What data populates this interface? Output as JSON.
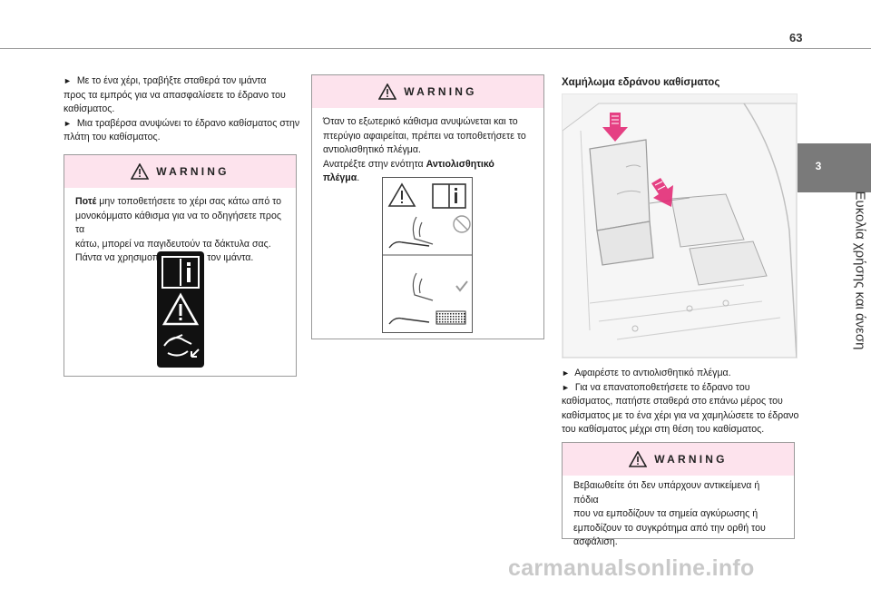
{
  "header": {
    "page_number": "63"
  },
  "sidebar": {
    "tab_number": "3",
    "title": "Ευκολία χρήσης και άνεση"
  },
  "col1": {
    "steps": [
      {
        "marker": "►",
        "text": "Με το ένα χέρι, τραβήξτε σταθερά τον ιμάντα"
      },
      {
        "marker": "",
        "text": "προς τα εμπρός για να απασφαλίσετε το έδρανο του"
      },
      {
        "marker": "",
        "text": "καθίσματος."
      },
      {
        "marker": "►",
        "text": "Μια τραβέρσα ανυψώνει το έδρανο καθίσματος στην"
      },
      {
        "marker": "",
        "text": "πλάτη του καθίσματος."
      }
    ],
    "warning": {
      "title": "WARNING",
      "lines": [
        {
          "bold": "Ποτέ",
          "text": " μην τοποθετήσετε το χέρι σας κάτω από το"
        },
        {
          "bold": "",
          "text": "μονοκόμματο κάθισμα για να το οδηγήσετε προς τα"
        },
        {
          "bold": "",
          "text": "κάτω, μπορεί να παγιδευτούν τα δάκτυλα σας."
        },
        {
          "bold": "",
          "text": "Πάντα να χρησιμοποιείτε μόνο τον ιμάντα."
        }
      ]
    }
  },
  "col2": {
    "warning": {
      "title": "WARNING",
      "lines": [
        "Όταν το εξωτερικό κάθισμα ανυψώνεται και το",
        "πτερύγιο αφαιρείται, πρέπει να τοποθετήσετε το",
        "αντιολισθητικό πλέγμα."
      ],
      "ref_prefix": "Ανατρέξτε στην ενότητα ",
      "ref_bold": "Αντιολισθητικό πλέγμα",
      "ref_suffix": "."
    }
  },
  "col3": {
    "subtitle": "Χαμήλωμα εδράνου καθίσματος",
    "steps": [
      {
        "marker": "►",
        "text": "Αφαιρέστε το αντιολισθητικό πλέγμα."
      },
      {
        "marker": "►",
        "text": "Για να επανατοποθετήσετε το έδρανο του"
      },
      {
        "marker": "",
        "text": "καθίσματος, πατήστε σταθερά στο επάνω μέρος του"
      },
      {
        "marker": "",
        "text": "καθίσματος με το ένα χέρι για να χαμηλώσετε το έδρανο"
      },
      {
        "marker": "",
        "text": "του καθίσματος μέχρι στη θέση του καθίσματος."
      }
    ],
    "warning": {
      "title": "WARNING",
      "lines": [
        "Βεβαιωθείτε ότι δεν υπάρχουν αντικείμενα ή πόδια",
        "που να εμποδίζουν τα σημεία αγκύρωσης ή",
        "εμποδίζουν το συγκρότημα από την ορθή του",
        "ασφάλιση."
      ]
    }
  },
  "watermark": "carmanualsonline.info",
  "colors": {
    "warning_header": "#fde3ed",
    "sidetab": "#7a7a7a",
    "arrow": "#e2206e"
  }
}
